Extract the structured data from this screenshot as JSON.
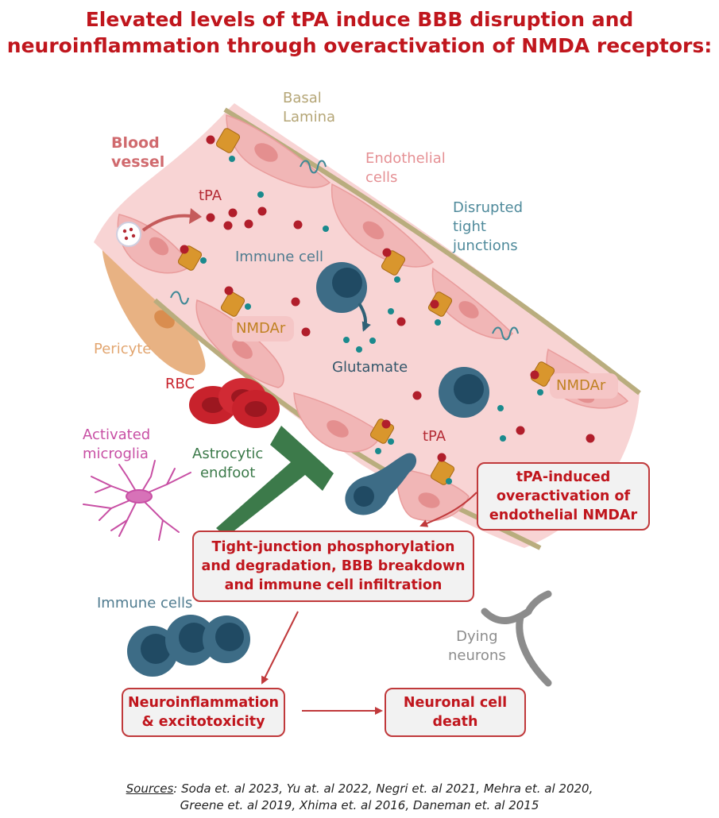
{
  "title": {
    "line1": "Elevated levels of tPA induce BBB disruption and",
    "line2": "neuroinflammation through overactivation of NMDA receptors:"
  },
  "labels": {
    "basal_lamina_1": "Basal",
    "basal_lamina_2": "Lamina",
    "blood_vessel_1": "Blood",
    "blood_vessel_2": "vessel",
    "endothelial_1": "Endothelial",
    "endothelial_2": "cells",
    "tpa_top": "tPA",
    "disrupted_1": "Disrupted",
    "disrupted_2": "tight",
    "disrupted_3": "junctions",
    "immune_cell": "Immune cell",
    "nmdar_left": "NMDAr",
    "nmdar_right": "NMDAr",
    "pericyte": "Pericyte",
    "glutamate": "Glutamate",
    "rbc": "RBC",
    "tpa_bottom": "tPA",
    "activated_1": "Activated",
    "activated_2": "microglia",
    "astrocytic_1": "Astrocytic",
    "astrocytic_2": "endfoot",
    "immune_cells": "Immune cells",
    "dying_1": "Dying",
    "dying_2": "neurons"
  },
  "boxes": {
    "tpa_induced_1": "tPA-induced",
    "tpa_induced_2": "overactivation of",
    "tpa_induced_3": "endothelial NMDAr",
    "tight_junction_1": "Tight-junction phosphorylation",
    "tight_junction_2": "and degradation, BBB breakdown",
    "tight_junction_3": "and immune cell infiltration",
    "neuroinflammation_1": "Neuroinflammation",
    "neuroinflammation_2": "& excitotoxicity",
    "neuronal_death_1": "Neuronal cell",
    "neuronal_death_2": "death"
  },
  "sources": {
    "prefix": "Sources",
    "line1_rest": ": Soda et. al 2023, Yu at. al 2022, Negri et. al 2021,  Mehra et. al 2020,",
    "line2": "Greene et. al  2019, Xhima et. al 2016, Daneman et. al 2015"
  },
  "colors": {
    "title_red": "#c0161d",
    "vessel_pink": "#f7d3d3",
    "endothelial_pink": "#f1b6b6",
    "basal_lamina": "#b9ad7e",
    "tight_junction_teal": "#3f8896",
    "immune_cell_blue": "#3d6c86",
    "nmda_orange": "#d9962d",
    "rbc_red": "#c8222c",
    "astrocyte_green": "#3c7a4a",
    "microglia_pink": "#c84fa4",
    "pericyte_orange": "#e8b283",
    "neuron_grey": "#8c8c8c",
    "box_border": "#c0393b"
  }
}
